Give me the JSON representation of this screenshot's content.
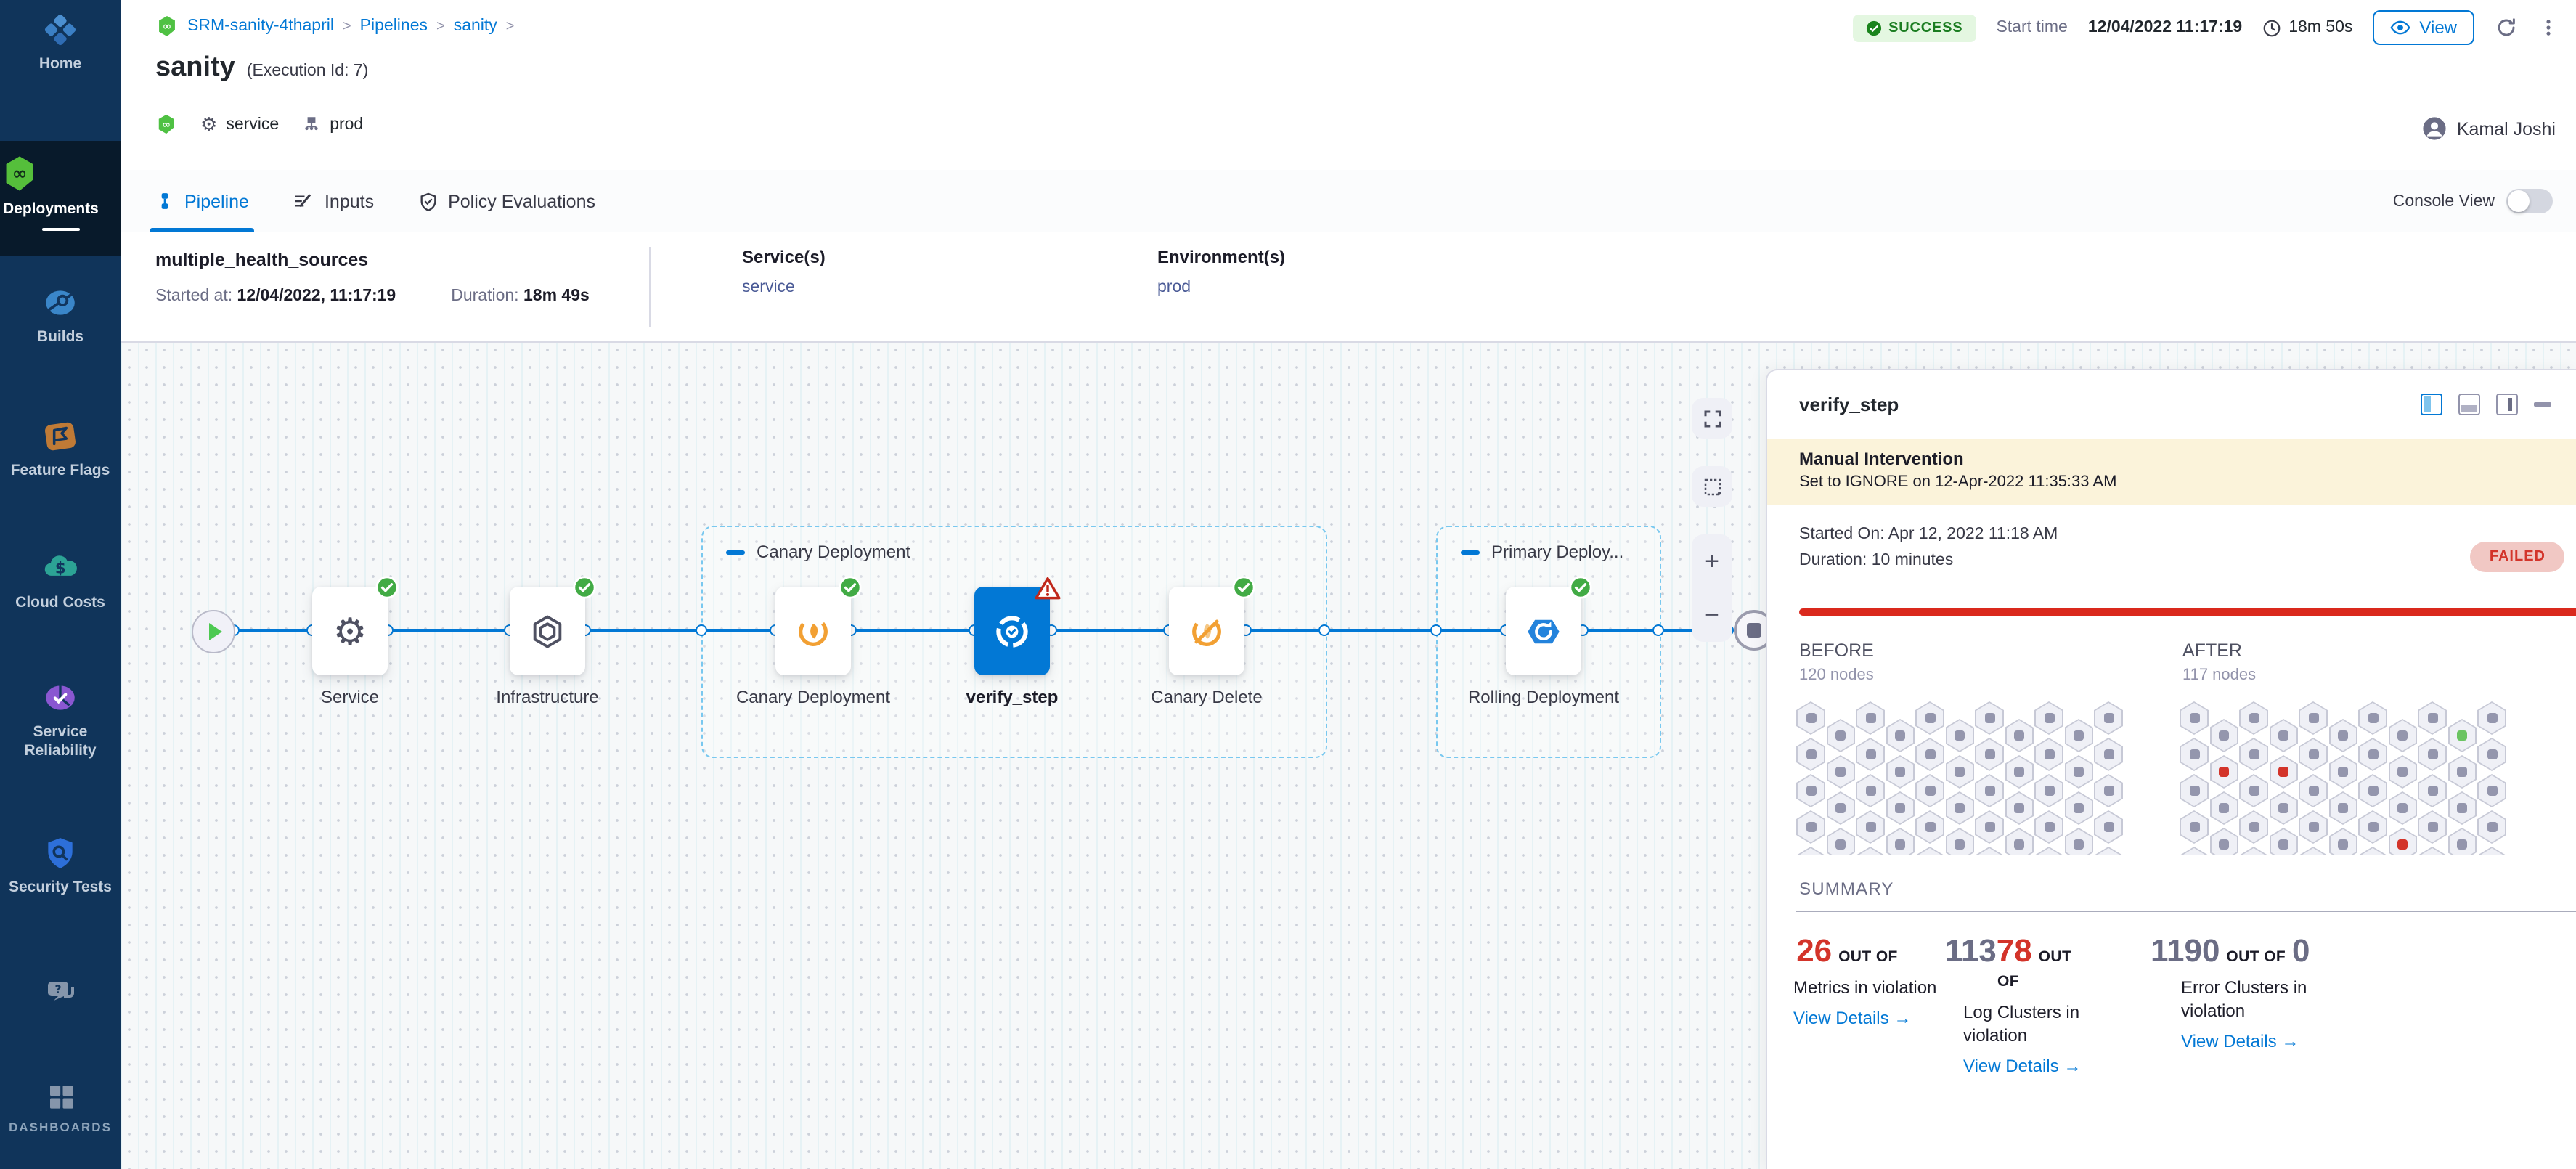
{
  "sidebar": {
    "items": [
      {
        "label": "Home"
      },
      {
        "label": "Deployments",
        "active": true
      },
      {
        "label": "Builds"
      },
      {
        "label": "Feature Flags"
      },
      {
        "label": "Cloud Costs"
      },
      {
        "label": "Service Reliability"
      },
      {
        "label": "Security Tests"
      }
    ],
    "dashboards_label": "DASHBOARDS"
  },
  "header": {
    "breadcrumbs": [
      "SRM-sanity-4thapril",
      "Pipelines",
      "sanity"
    ],
    "crumb_sep": ">",
    "title": "sanity",
    "execution_id": "(Execution Id: 7)",
    "tag_service": "service",
    "tag_env": "prod",
    "status": "SUCCESS",
    "start_time_label": "Start time",
    "start_time": "12/04/2022 11:17:19",
    "elapsed": "18m 50s",
    "view_button": "View",
    "user_name": "Kamal Joshi"
  },
  "tabs": {
    "pipeline": "Pipeline",
    "inputs": "Inputs",
    "policy": "Policy Evaluations",
    "console_view": "Console View"
  },
  "run_info": {
    "name": "multiple_health_sources",
    "started_label": "Started at:",
    "started_value": "12/04/2022, 11:17:19",
    "duration_label": "Duration:",
    "duration_value": "18m 49s",
    "services_label": "Service(s)",
    "service_value": "service",
    "environments_label": "Environment(s)",
    "environment_value": "prod"
  },
  "graph": {
    "group1_label": "Canary Deployment",
    "group2_label": "Primary Deploy...",
    "nodes": {
      "service": "Service",
      "infrastructure": "Infrastructure",
      "canary_deployment": "Canary Deployment",
      "verify_step": "verify_step",
      "canary_delete": "Canary Delete",
      "rolling": "Rolling Deployment"
    }
  },
  "panel": {
    "title": "verify_step",
    "banner_title": "Manual Intervention",
    "banner_text": "Set to IGNORE on 12-Apr-2022 11:35:33 AM",
    "started": "Started On: Apr 12, 2022 11:18 AM",
    "duration": "Duration: 10 minutes",
    "status": "FAILED",
    "before_label": "BEFORE",
    "before_nodes": "120 nodes",
    "after_label": "AFTER",
    "after_nodes": "117 nodes",
    "before_grid": [
      "ggggggggggg",
      "ggggggggggg",
      "ggggggggggg",
      "ggggggggggg",
      "ggggggggggg"
    ],
    "after_grid": [
      "gggggggggng",
      "grgrggggggg",
      "ggggggggggg",
      "gggggggrggg",
      "ggggggggggg"
    ],
    "summary_label": "SUMMARY",
    "link_arrow": "→",
    "cards": [
      {
        "num_red": "26",
        "out_of": "OUT OF",
        "label": "Metrics in violation",
        "link": "View Details"
      },
      {
        "num_gray": "113",
        "num_red": "78",
        "out_of": "OUT OF",
        "label": "Log Clusters in violation",
        "link": "View Details"
      },
      {
        "num_gray": "1190",
        "out_of": "OUT OF",
        "num_gray2": "0",
        "label": "Error Clusters in violation",
        "link": "View Details"
      }
    ]
  }
}
